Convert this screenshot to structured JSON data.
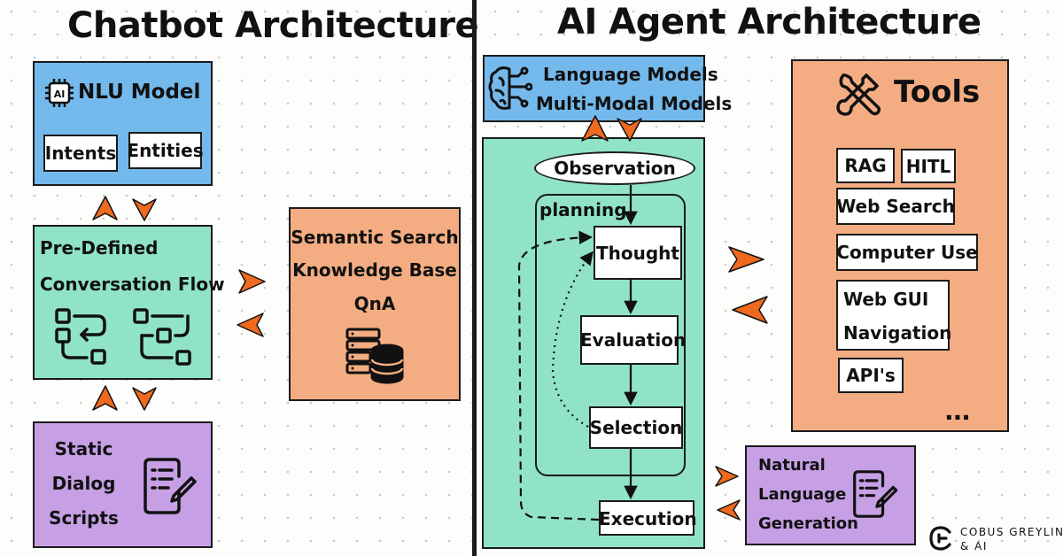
{
  "left": {
    "title": "Chatbot Architecture",
    "nlu": {
      "title": "NLU Model",
      "chip": "AI",
      "intents": "Intents",
      "entities": "Entities"
    },
    "flow": {
      "line1": "Pre-Defined",
      "line2": "Conversation Flow"
    },
    "knowledge": {
      "line1": "Semantic Search",
      "line2": "Knowledge Base",
      "line3": "QnA"
    },
    "scripts": {
      "line1": "Static",
      "line2": "Dialog",
      "line3": "Scripts"
    }
  },
  "right": {
    "title": "AI Agent Architecture",
    "models": {
      "line1": "Language Models",
      "line2": "Multi-Modal Models"
    },
    "loop": {
      "observation": "Observation",
      "planning": "planning",
      "thought": "Thought",
      "evaluation": "Evaluation",
      "selection": "Selection",
      "execution": "Execution"
    },
    "tools": {
      "title": "Tools",
      "rag": "RAG",
      "hitl": "HITL",
      "web_search": "Web Search",
      "computer_use": "Computer Use",
      "web_gui_1": "Web GUI",
      "web_gui_2": "Navigation",
      "apis": "API's",
      "more": "..."
    },
    "nlg": {
      "line1": "Natural",
      "line2": "Language",
      "line3": "Generation"
    }
  },
  "branding": {
    "line1": "COBUS GREYLING",
    "line2": "& AI"
  },
  "colors": {
    "blue": "#74b9ec",
    "green": "#90e3c7",
    "orange": "#f4ad82",
    "purple": "#c69fe5",
    "arrow": "#ef6a1f"
  }
}
